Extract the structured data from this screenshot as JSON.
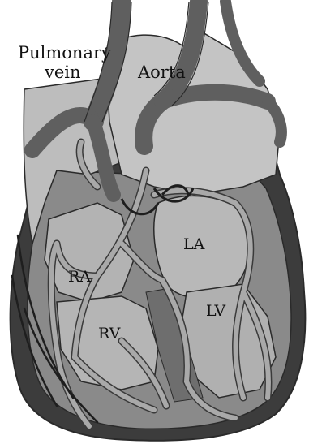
{
  "diagram": {
    "labels": {
      "pulmonary_line1": "Pulmonary",
      "pulmonary_line2": "vein",
      "aorta": "Aorta",
      "la": "LA",
      "ra": "RA",
      "rv": "RV",
      "lv": "LV"
    },
    "colors": {
      "background": "#ffffff",
      "outline": "#2a2a2a",
      "light_chamber": "#bdbdbd",
      "mid_tissue": "#8a8a8a",
      "vessel": "#5f5f5f",
      "dark_wall": "#3c3c3c",
      "branch_fill": "#a9a9a9",
      "branch_edge": "#3a3a3a",
      "stripe": "#1e1e1e"
    }
  }
}
